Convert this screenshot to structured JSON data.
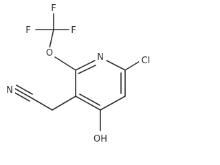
{
  "molecule": {
    "atoms": {
      "f_top": "F",
      "f_left": "F",
      "f_mid": "F",
      "o_ether": "O",
      "n_ring": "N",
      "cl": "Cl",
      "n_nitrile": "N",
      "oh": "OH"
    }
  }
}
